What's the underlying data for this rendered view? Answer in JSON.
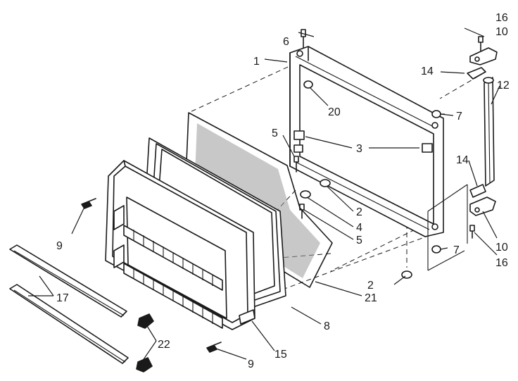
{
  "diagram": {
    "callouts": [
      {
        "id": "c1",
        "text": "1"
      },
      {
        "id": "c2a",
        "text": "2"
      },
      {
        "id": "c2b",
        "text": "2"
      },
      {
        "id": "c3",
        "text": "3"
      },
      {
        "id": "c4",
        "text": "4"
      },
      {
        "id": "c5a",
        "text": "5"
      },
      {
        "id": "c5b",
        "text": "5"
      },
      {
        "id": "c6",
        "text": "6"
      },
      {
        "id": "c7a",
        "text": "7"
      },
      {
        "id": "c7b",
        "text": "7"
      },
      {
        "id": "c8",
        "text": "8"
      },
      {
        "id": "c9a",
        "text": "9"
      },
      {
        "id": "c9b",
        "text": "9"
      },
      {
        "id": "c10a",
        "text": "10"
      },
      {
        "id": "c10b",
        "text": "10"
      },
      {
        "id": "c12",
        "text": "12"
      },
      {
        "id": "c14a",
        "text": "14"
      },
      {
        "id": "c14b",
        "text": "14"
      },
      {
        "id": "c15",
        "text": "15"
      },
      {
        "id": "c16a",
        "text": "16"
      },
      {
        "id": "c16b",
        "text": "16"
      },
      {
        "id": "c17",
        "text": "17"
      },
      {
        "id": "c20",
        "text": "20"
      },
      {
        "id": "c21",
        "text": "21"
      },
      {
        "id": "c22",
        "text": "22"
      }
    ],
    "parts": [
      {
        "name": "door-frame-part-1"
      },
      {
        "name": "door-panel-part-8"
      },
      {
        "name": "door-liner-part-15"
      },
      {
        "name": "insulation-part-21"
      },
      {
        "name": "hinge-bracket-part-10"
      },
      {
        "name": "handle-part-12"
      },
      {
        "name": "trim-strip-part-17"
      },
      {
        "name": "end-cap-part-22"
      }
    ]
  }
}
